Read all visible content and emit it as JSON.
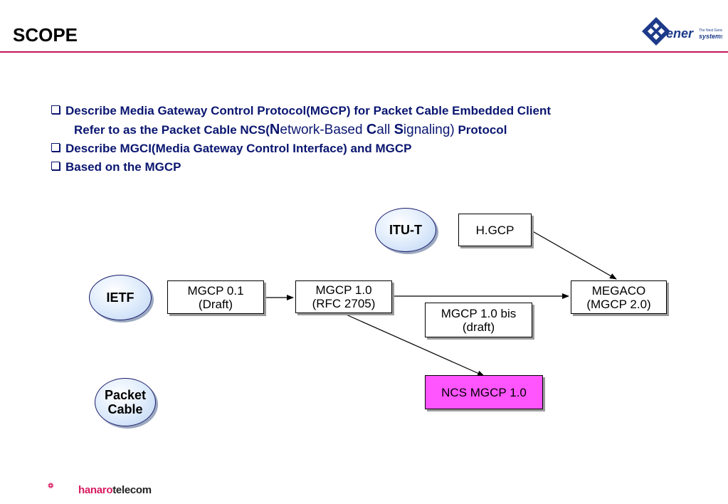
{
  "slide": {
    "title": "SCOPE",
    "logo_xener": "Xener systems",
    "logo_hanaro": "hanarotelecom"
  },
  "bullets": {
    "b1": "Describe Media Gateway Control Protocol(MGCP) for Packet Cable Embedded Client",
    "b1_sub_prefix": "Refer to as the Packet Cable NCS(",
    "b1_sub_n": "N",
    "b1_sub_network": "etwork-Based ",
    "b1_sub_c": "C",
    "b1_sub_call": "all ",
    "b1_sub_s": "S",
    "b1_sub_signaling": "ignaling)",
    "b1_sub_suffix": " Protocol",
    "b2": "Describe MGCI(Media Gateway Control Interface) and MGCP",
    "b3": "Based on the MGCP"
  },
  "diagram": {
    "orgs": {
      "itu": "ITU-T",
      "ietf": "IETF",
      "packet_cable_l1": "Packet",
      "packet_cable_l2": "Cable"
    },
    "boxes": {
      "hgcp": "H.GCP",
      "mgcp01_l1": "MGCP 0.1",
      "mgcp01_l2": "(Draft)",
      "mgcp10_l1": "MGCP 1.0",
      "mgcp10_l2": "(RFC 2705)",
      "mgcp10bis_l1": "MGCP 1.0 bis",
      "mgcp10bis_l2": "(draft)",
      "megaco_l1": "MEGACO",
      "megaco_l2": "(MGCP 2.0)",
      "ncs": "NCS MGCP 1.0"
    }
  },
  "colors": {
    "accent_rule": "#c2185b",
    "bullet_text": "#0a1670",
    "ncs_box": "#ff55ff",
    "oval_fill": "#bcd4f4"
  }
}
